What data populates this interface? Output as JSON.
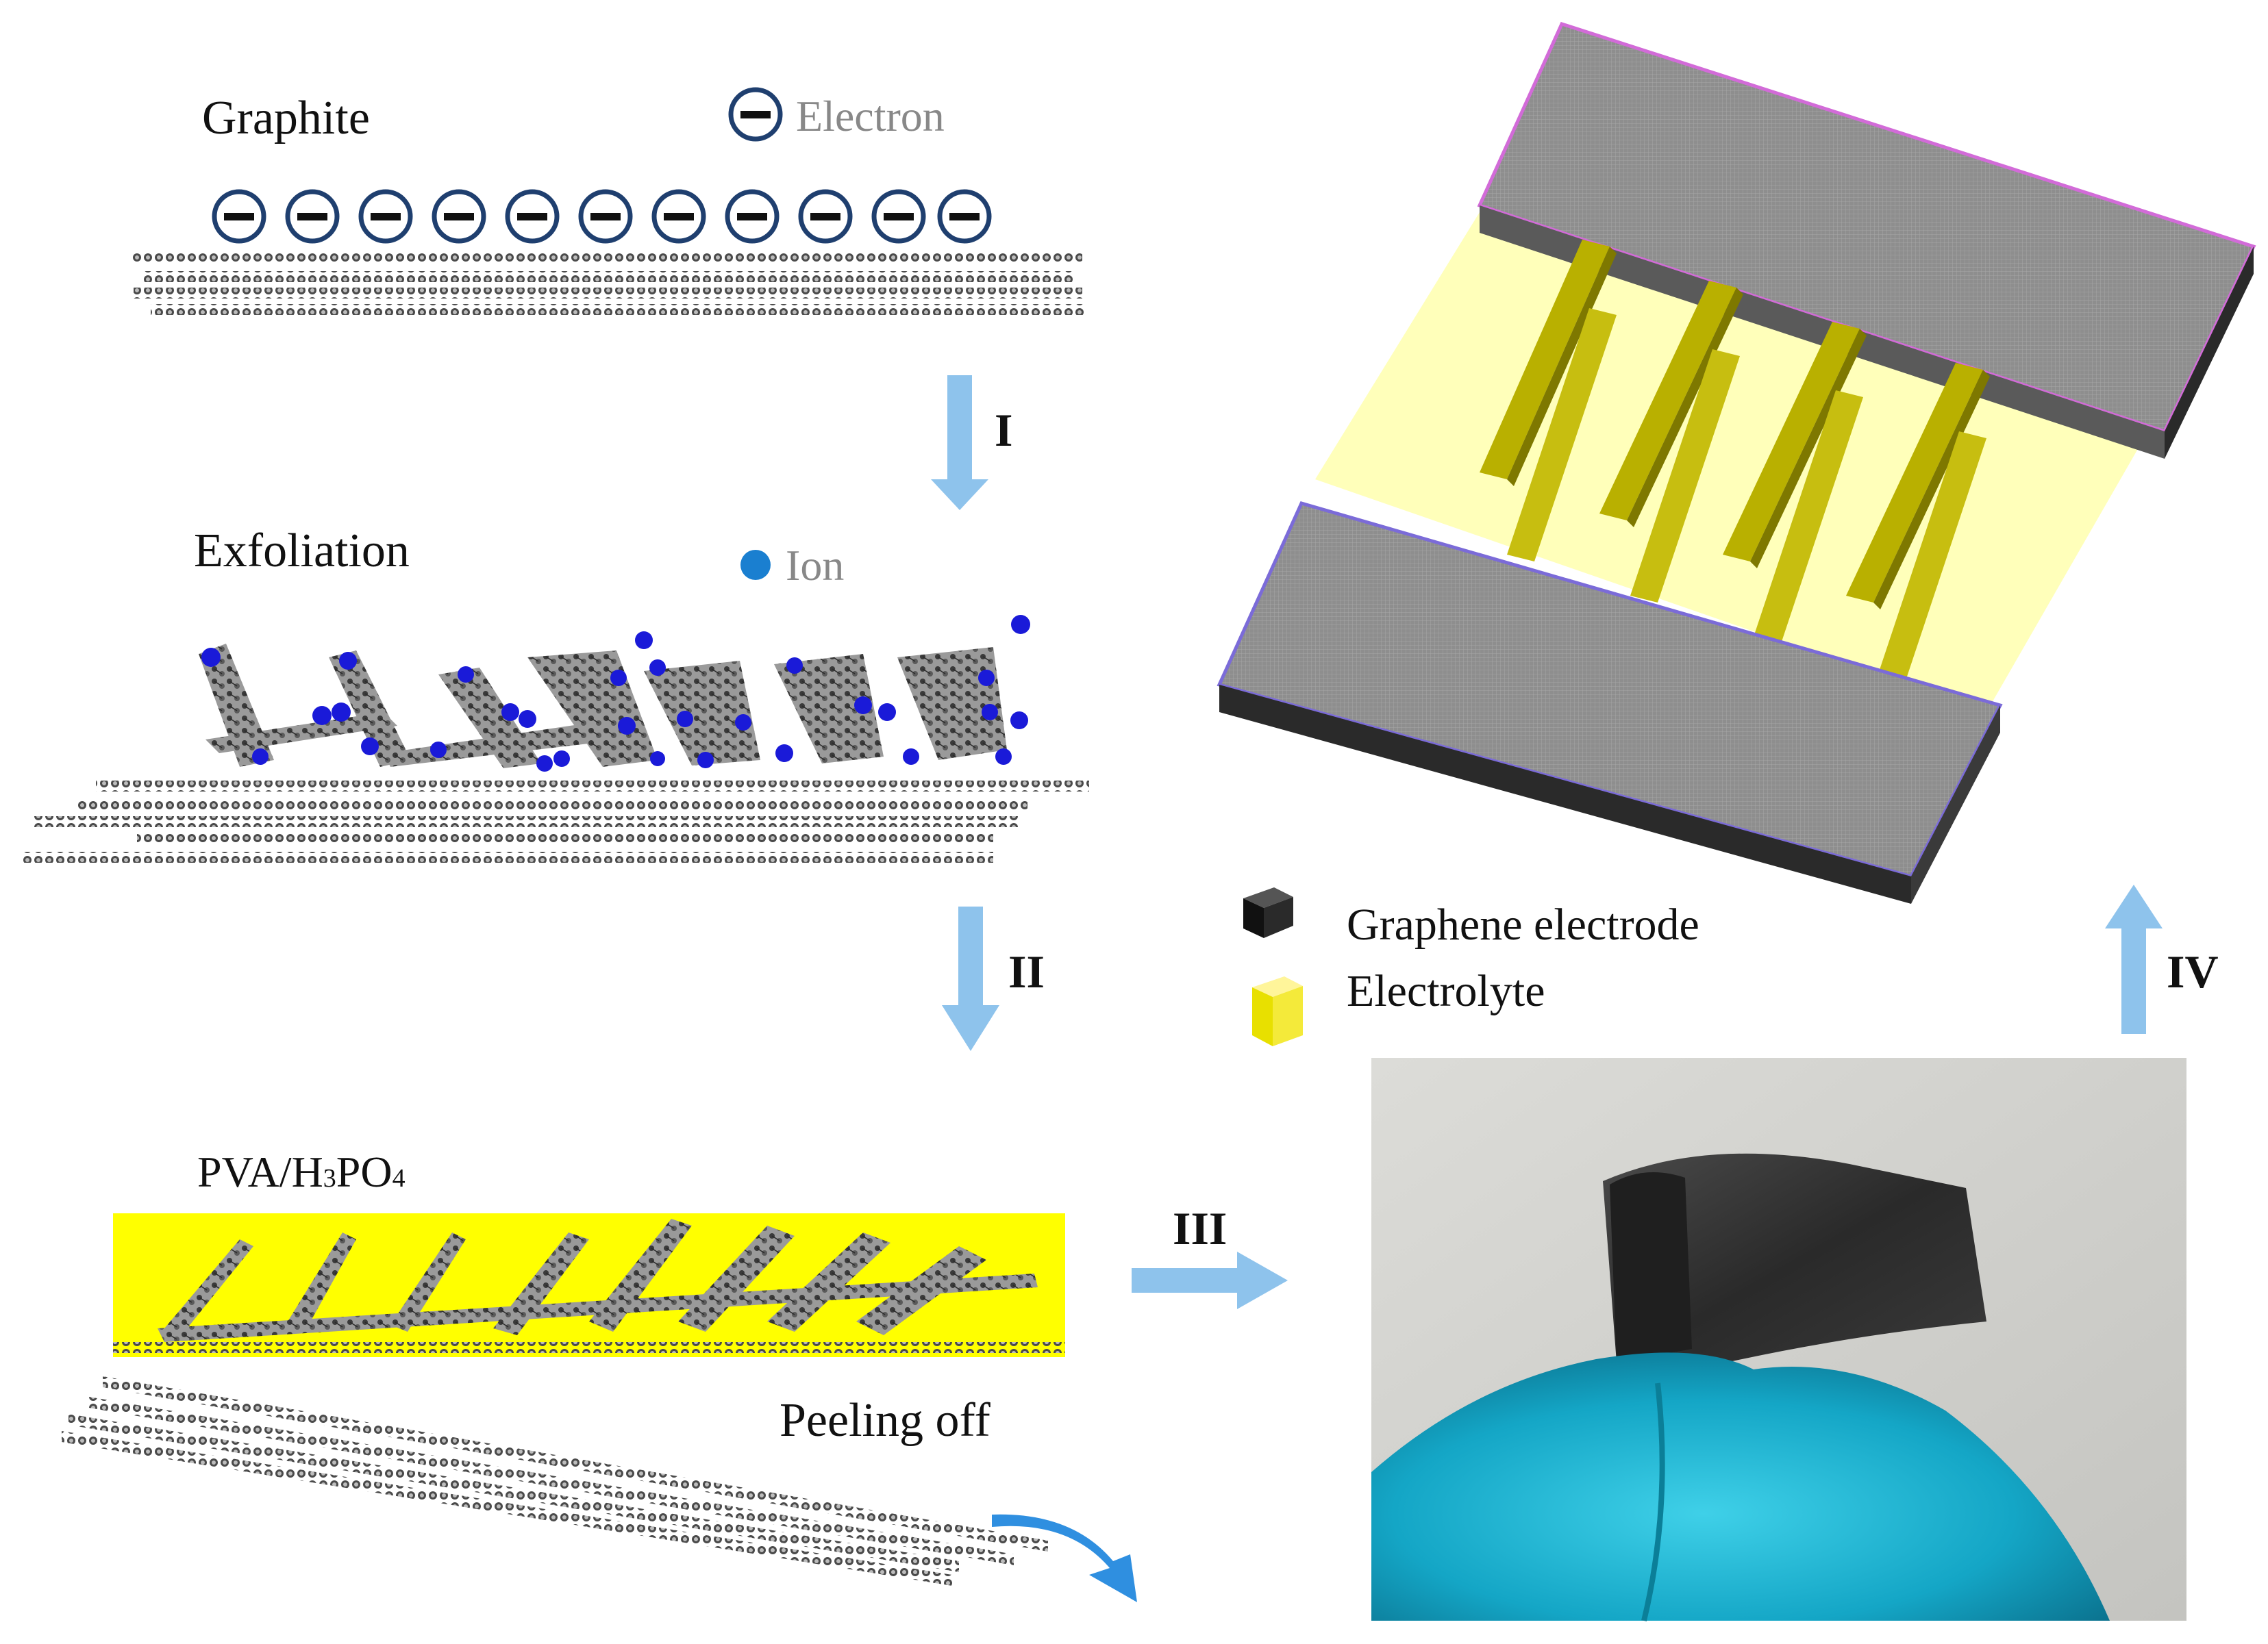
{
  "labels": {
    "graphite": "Graphite",
    "electron": "Electron",
    "exfoliation": "Exfoliation",
    "ion": "Ion",
    "pva_main": "PVA/H",
    "pva_sub1": "3",
    "pva_mid": "PO",
    "pva_sub2": "4",
    "peeling": "Peeling off"
  },
  "steps": [
    "I",
    "II",
    "III",
    "IV"
  ],
  "legend": {
    "graphene_electrode": "Graphene electrode",
    "electrolyte": "Electrolyte"
  },
  "colors": {
    "arrow": "#8ec3ec",
    "peel_arrow": "#2f8fe0",
    "ion": "#1a1ad8",
    "ion_legend": "#1a7fd0",
    "electrolyte_gel": "#ffff00",
    "electrode": "#8c8c8c",
    "finger": "#13a9c8"
  },
  "icons": [
    "electron-icon",
    "ion-icon",
    "electrode-cube-icon",
    "electrolyte-cube-icon"
  ]
}
